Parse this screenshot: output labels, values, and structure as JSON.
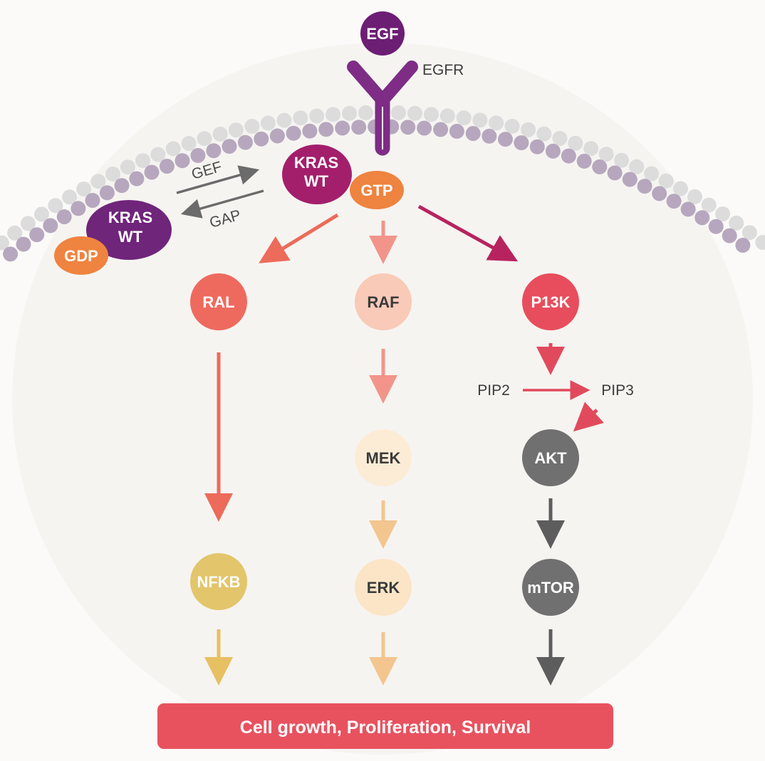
{
  "ligand": {
    "label": "EGF",
    "color": "#6c1e74"
  },
  "receptor": {
    "label": "EGFR",
    "color": "#7e2c86"
  },
  "membrane": {
    "outer_color": "#dcdcdc",
    "inner_color": "#b6a7be"
  },
  "kras_active": {
    "line1": "KRAS",
    "line2": "WT",
    "color": "#a31f6b",
    "gtp_label": "GTP",
    "gtp_color": "#ef8340"
  },
  "kras_inactive": {
    "line1": "KRAS",
    "line2": "WT",
    "color": "#6f257a",
    "gdp_label": "GDP",
    "gdp_color": "#ef8340"
  },
  "exchange": {
    "gef": "GEF",
    "gap": "GAP"
  },
  "pathways": {
    "ral": {
      "node1": "RAL",
      "node2": "NFKB",
      "color1": "#ef6a5e",
      "color2": "#e3c56b"
    },
    "raf": {
      "node1": "RAF",
      "node2": "MEK",
      "node3": "ERK",
      "color1": "#f9cab8",
      "color2": "#fcecd6",
      "color3": "#fbe5c6"
    },
    "pi3k": {
      "node1": "P13K",
      "pip2": "PIP2",
      "pip3": "PIP3",
      "node2": "AKT",
      "node3": "mTOR",
      "color1": "#e84d5d",
      "color2": "#707070",
      "color3": "#707070"
    }
  },
  "outcome": {
    "label": "Cell growth, Proliferation, Survival",
    "color": "#e8525f"
  }
}
